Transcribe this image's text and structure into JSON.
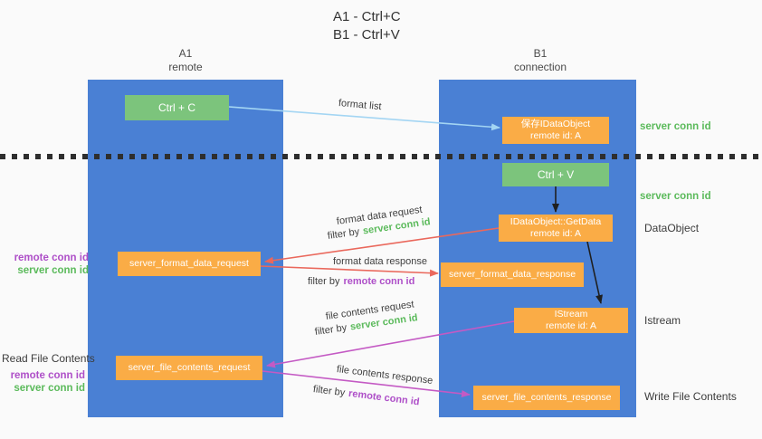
{
  "title": {
    "line1": "A1 - Ctrl+C",
    "line2": "B1 - Ctrl+V"
  },
  "lifelines": {
    "a1": {
      "name": "A1",
      "role": "remote"
    },
    "b1": {
      "name": "B1",
      "role": "connection"
    }
  },
  "nodes": {
    "ctrl_c": {
      "label": "Ctrl + C"
    },
    "ctrl_v": {
      "label": "Ctrl + V"
    },
    "save_idataobject": {
      "line1": "保存IDataObject",
      "line2": "remote id: A"
    },
    "idataobject_getdata": {
      "line1": "IDataObject::GetData",
      "line2": "remote id: A"
    },
    "istream": {
      "line1": "IStream",
      "line2": "remote id: A"
    },
    "server_format_data_request": {
      "label": "server_format_data_request"
    },
    "server_format_data_response": {
      "label": "server_format_data_response"
    },
    "server_file_contents_request": {
      "label": "server_file_contents_request"
    },
    "server_file_contents_response": {
      "label": "server_file_contents_response"
    }
  },
  "edge_labels": {
    "format_list": "format list",
    "format_data_request": "format data request",
    "format_data_response": "format data response",
    "file_contents_request": "file contents request",
    "file_contents_response": "file contents response"
  },
  "labels": {
    "filter_by": "filter by",
    "server_conn_id": "server conn id",
    "remote_conn_id": "remote conn id",
    "dataobject": "DataObject",
    "istream": "Istream",
    "read_file_contents": "Read File Contents",
    "write_file_contents": "Write File Contents"
  },
  "colors": {
    "background": "#fafafa",
    "lifeline_blue": "#4a80d4",
    "node_green": "#7cc47c",
    "node_orange": "#faac46",
    "server_conn_id_green": "#5bba5b",
    "remote_conn_id_purple": "#ae4fc8",
    "request_arrow_red": "#ea685c",
    "contents_arrow_magenta": "#c45ac4",
    "format_list_arrow_blue": "#a3d5f3",
    "black_arrow": "#1f1f1f"
  }
}
